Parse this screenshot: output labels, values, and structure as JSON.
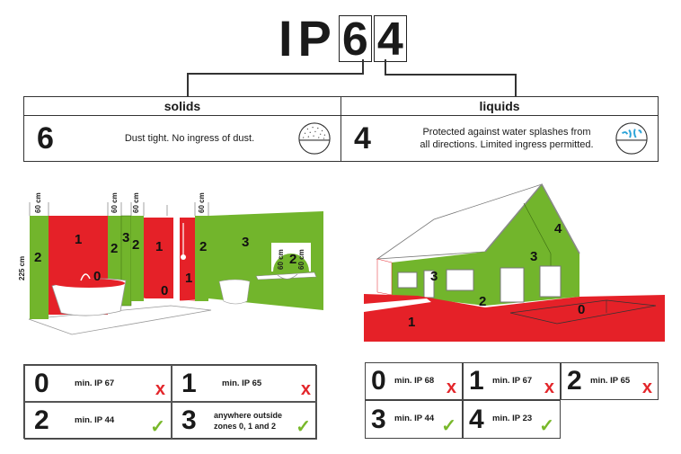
{
  "title": {
    "prefix": "IP",
    "digit1": "6",
    "digit2": "4"
  },
  "colors": {
    "red_zone": "#e52128",
    "green_zone": "#72b52c",
    "cross": "#e3262b",
    "check": "#78b82a",
    "liquid_icon": "#2aa3d8"
  },
  "spec": {
    "solids": {
      "header": "solids",
      "number": "6",
      "text": "Dust tight. No ingress of dust.",
      "icon": "dust-circle-icon"
    },
    "liquids": {
      "header": "liquids",
      "number": "4",
      "text_line1": "Protected against water splashes from",
      "text_line2": "all directions. Limited ingress permitted.",
      "icon": "water-splash-circle-icon"
    }
  },
  "bathroom": {
    "dims": {
      "height": "225 cm",
      "w1": "60 cm",
      "w2": "60 cm",
      "w3": "60 cm",
      "w4": "60 cm",
      "w5": "60 cm",
      "w6": "60 cm"
    },
    "zones": [
      {
        "id": "z2a",
        "num": "2"
      },
      {
        "id": "z1a",
        "num": "1"
      },
      {
        "id": "z0a",
        "num": "0"
      },
      {
        "id": "z2b",
        "num": "2"
      },
      {
        "id": "z3a",
        "num": "3"
      },
      {
        "id": "z2c",
        "num": "2"
      },
      {
        "id": "z1b",
        "num": "1"
      },
      {
        "id": "z0b",
        "num": "0"
      },
      {
        "id": "z1c",
        "num": "1"
      },
      {
        "id": "z2d",
        "num": "2"
      },
      {
        "id": "z3b",
        "num": "3"
      },
      {
        "id": "z2e",
        "num": "2"
      }
    ],
    "table": [
      {
        "zone": "0",
        "label": "min. IP 67",
        "ok": false,
        "mark": "x"
      },
      {
        "zone": "1",
        "label": "min. IP 65",
        "ok": false,
        "mark": "x"
      },
      {
        "zone": "2",
        "label": "min. IP 44",
        "ok": true,
        "mark": "✓"
      },
      {
        "zone": "3",
        "label_line1": "anywhere outside",
        "label_line2": "zones 0, 1 and 2",
        "ok": true,
        "mark": "✓"
      }
    ]
  },
  "garden": {
    "zones": [
      {
        "id": "g1",
        "num": "1"
      },
      {
        "id": "g2",
        "num": "2"
      },
      {
        "id": "g3a",
        "num": "3"
      },
      {
        "id": "g3b",
        "num": "3"
      },
      {
        "id": "g4",
        "num": "4"
      },
      {
        "id": "g0",
        "num": "0"
      }
    ],
    "table": [
      {
        "zone": "0",
        "label": "min. IP 68",
        "ok": false,
        "mark": "x"
      },
      {
        "zone": "1",
        "label": "min. IP 67",
        "ok": false,
        "mark": "x"
      },
      {
        "zone": "2",
        "label": "min. IP 65",
        "ok": false,
        "mark": "x"
      },
      {
        "zone": "3",
        "label": "min. IP 44",
        "ok": true,
        "mark": "✓"
      },
      {
        "zone": "4",
        "label": "min. IP 23",
        "ok": true,
        "mark": "✓"
      }
    ]
  }
}
